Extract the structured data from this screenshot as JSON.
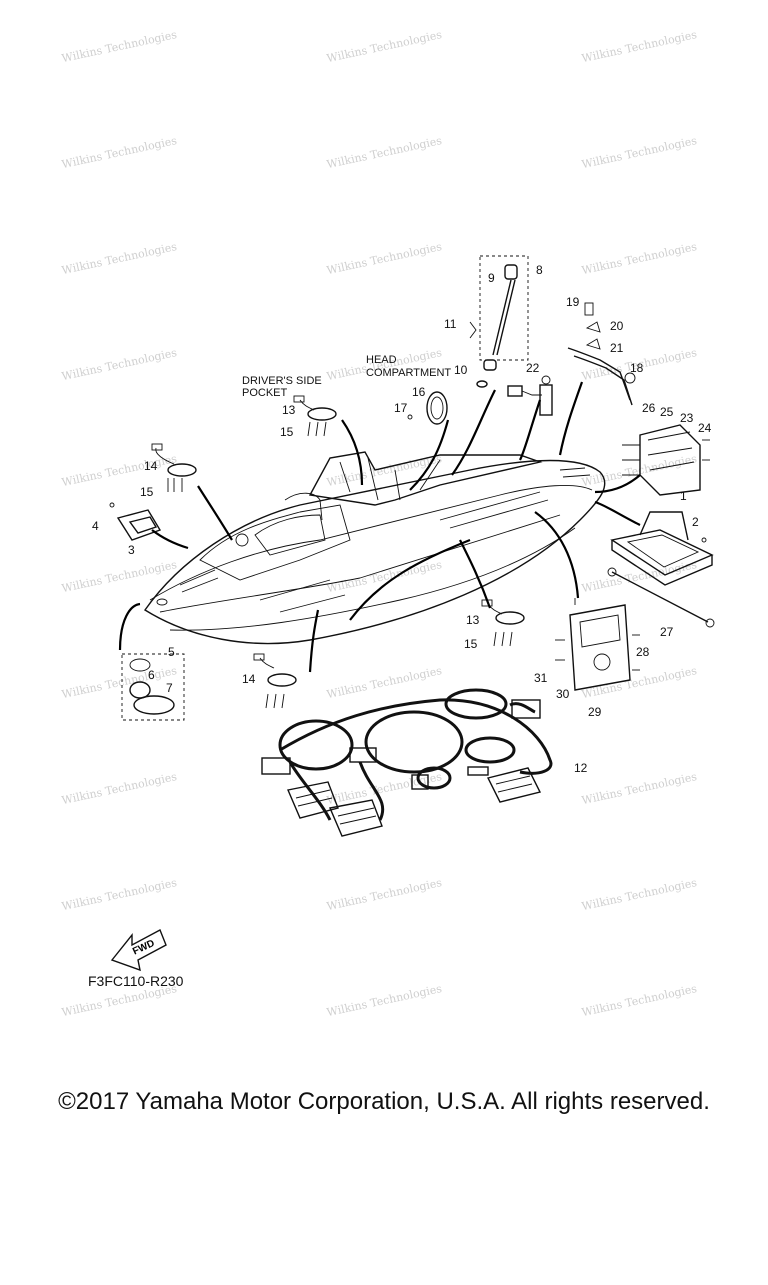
{
  "watermark": "Wilkins Technologies",
  "labels": {
    "drivers_side_pocket_line1": "DRIVER'S SIDE",
    "drivers_side_pocket_line2": "POCKET",
    "head_compartment_line1": "HEAD",
    "head_compartment_line2": "COMPARTMENT",
    "fwd": "FWD"
  },
  "diagram_code": "F3FC110-R230",
  "copyright": "©2017 Yamaha Motor Corporation, U.S.A. All rights reserved.",
  "callouts": [
    "1",
    "2",
    "3",
    "4",
    "5",
    "6",
    "7",
    "8",
    "9",
    "10",
    "11",
    "12",
    "13",
    "13",
    "14",
    "14",
    "15",
    "15",
    "15",
    "16",
    "17",
    "18",
    "19",
    "20",
    "21",
    "22",
    "23",
    "24",
    "25",
    "26",
    "27",
    "28",
    "29",
    "30",
    "31"
  ]
}
